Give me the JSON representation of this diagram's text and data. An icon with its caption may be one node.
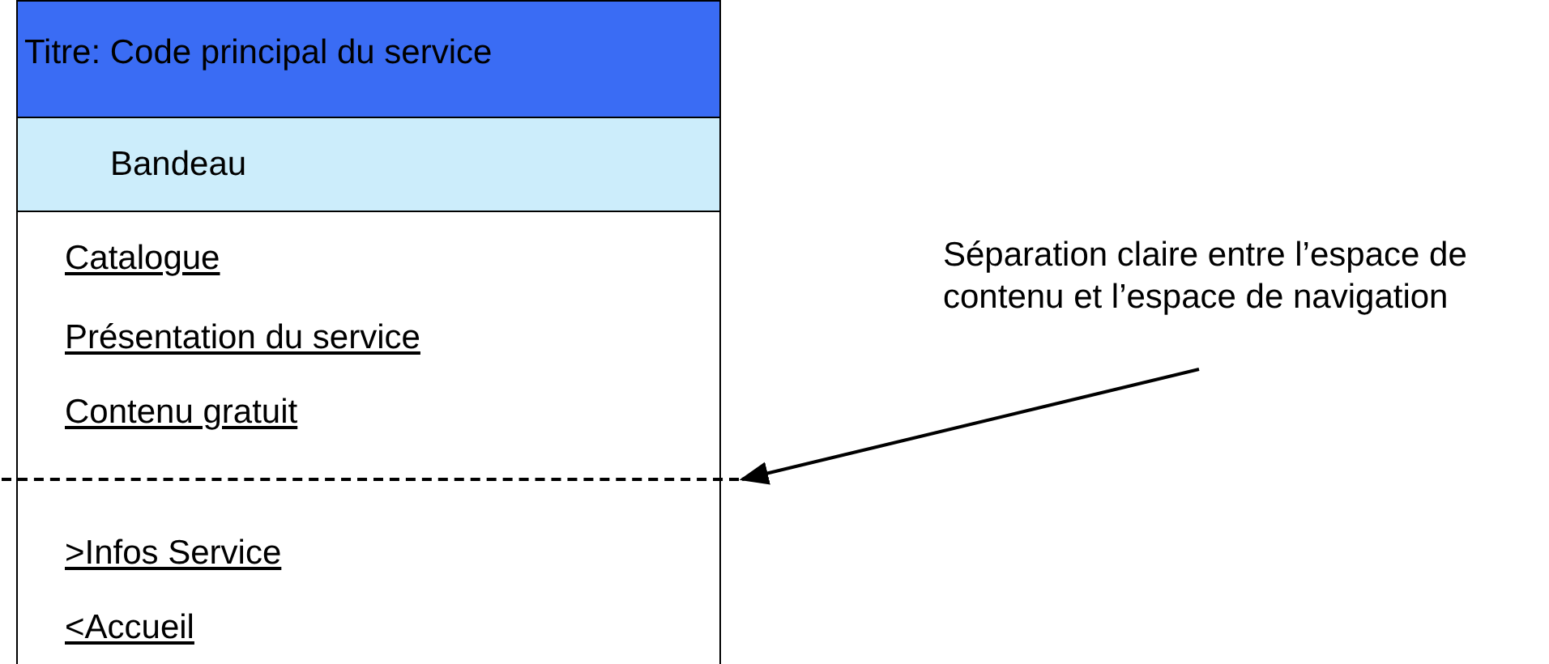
{
  "diagram": {
    "nodes": [
      {
        "text": [],
        "shape": "box"
      },
      {
        "text": [
          "Titre: Code principal du service"
        ],
        "in": 0
      },
      {
        "text": [
          "Bandeau"
        ],
        "in": 0
      },
      {
        "text": [],
        "shape": "line",
        "in": 0
      },
      {
        "text": [
          "Séparation claire entre l’espace de contenu et l’espace de navigation"
        ]
      }
    ],
    "edges": [
      {
        "from": 4,
        "to": 3,
        "arrow": "to"
      }
    ],
    "labels": [
      "Catalogue",
      "Présentation du service",
      "Contenu gratuit",
      ">Infos Service",
      "<Accueil"
    ]
  }
}
